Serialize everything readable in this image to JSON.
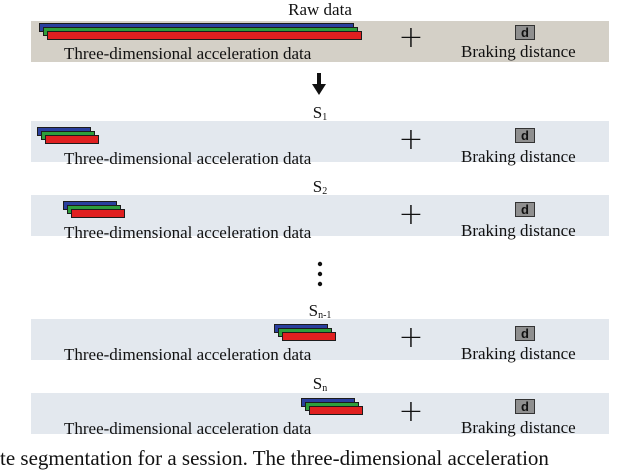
{
  "raw": {
    "title": "Raw data",
    "label": "Three-dimensional acceleration data",
    "d_badge": "d",
    "distance_label": "Braking distance"
  },
  "segments": [
    {
      "name_main": "S",
      "name_sub": "1",
      "label": "Three-dimensional acceleration data",
      "d_badge": "d",
      "distance_label": "Braking distance"
    },
    {
      "name_main": "S",
      "name_sub": "2",
      "label": "Three-dimensional acceleration data",
      "d_badge": "d",
      "distance_label": "Braking distance"
    },
    {
      "name_main": "S",
      "name_sub": "n-1",
      "label": "Three-dimensional acceleration data",
      "d_badge": "d",
      "distance_label": "Braking distance"
    },
    {
      "name_main": "S",
      "name_sub": "n",
      "label": "Three-dimensional acceleration data",
      "d_badge": "d",
      "distance_label": "Braking distance"
    }
  ],
  "caption": "te segmentation for a session. The three-dimensional acceleration",
  "colors": {
    "raw_band": "#d4d0c7",
    "segment_band": "#e3e8ee",
    "axis_x": "#2a3f9e",
    "axis_y": "#2e9e3c",
    "axis_z": "#e02020",
    "d_badge_bg": "#8f8f8f"
  }
}
